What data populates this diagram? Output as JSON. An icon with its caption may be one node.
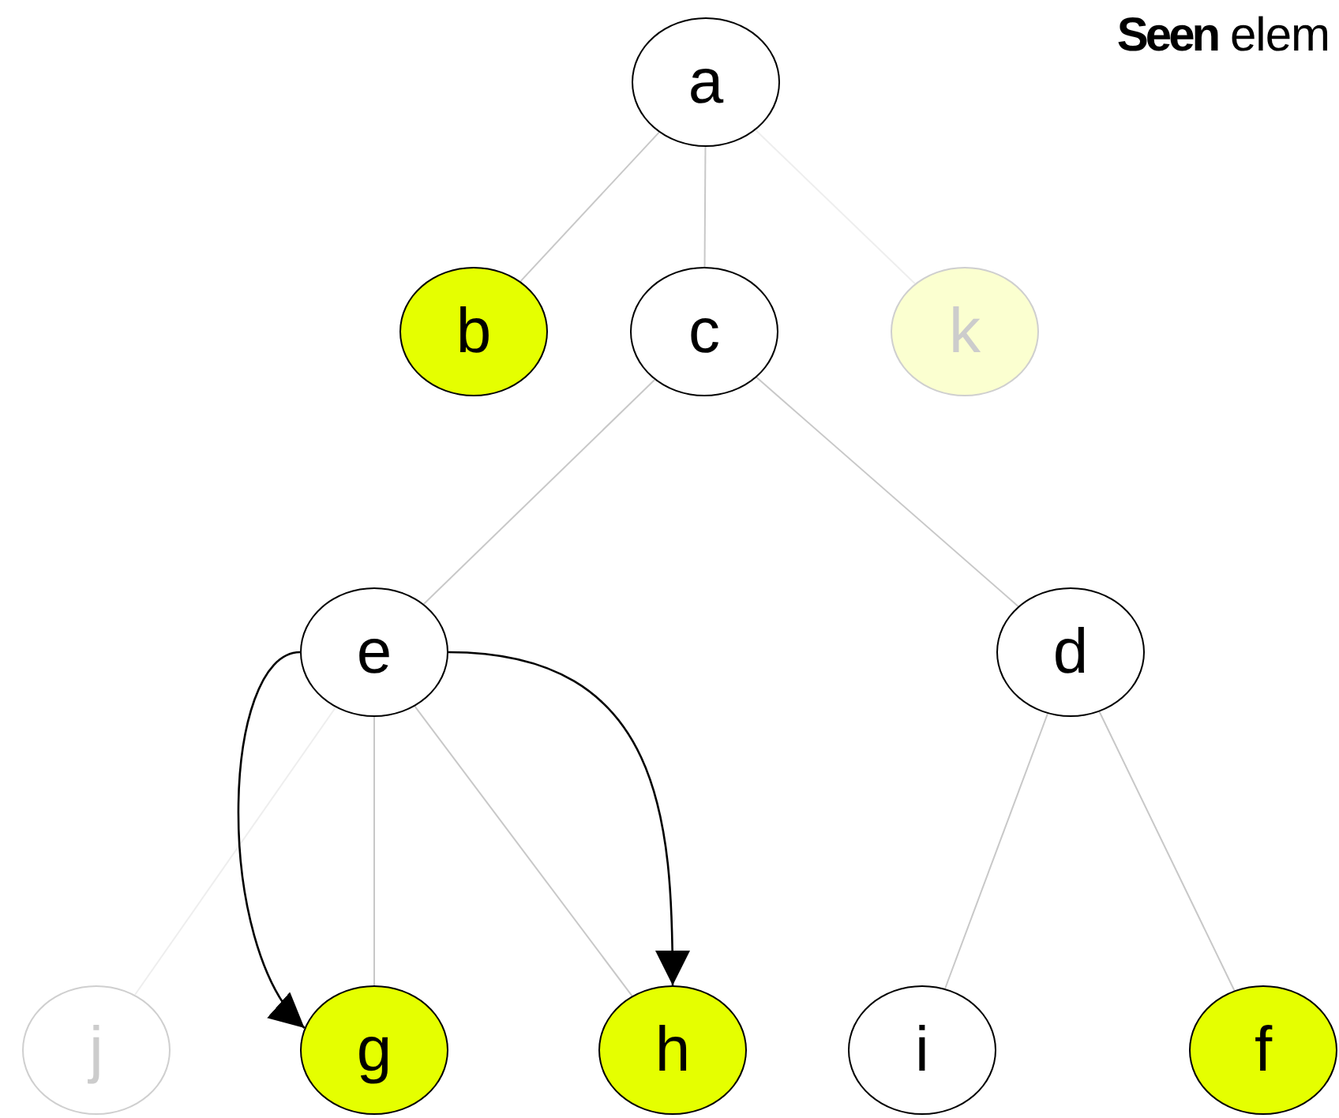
{
  "diagram": {
    "nodes": [
      {
        "text": [
          "a"
        ]
      },
      {
        "text": [
          "b"
        ]
      },
      {
        "text": [
          "c"
        ]
      },
      {
        "text": [
          "k"
        ]
      },
      {
        "text": [
          "e"
        ]
      },
      {
        "text": [
          "d"
        ]
      },
      {
        "text": [
          "j"
        ]
      },
      {
        "text": [
          "g"
        ]
      },
      {
        "text": [
          "h"
        ]
      },
      {
        "text": [
          "i"
        ]
      },
      {
        "text": [
          "f"
        ]
      }
    ],
    "edges": [
      {
        "from": 0,
        "to": 1,
        "arrow": "none"
      },
      {
        "from": 0,
        "to": 2,
        "arrow": "none"
      },
      {
        "from": 0,
        "to": 3,
        "arrow": "none",
        "color": "#eeeeee"
      },
      {
        "from": 2,
        "to": 4,
        "arrow": "none"
      },
      {
        "from": 2,
        "to": 5,
        "arrow": "none"
      },
      {
        "from": 4,
        "to": 6,
        "arrow": "none",
        "color": "#eeeeee"
      },
      {
        "from": 4,
        "to": 7,
        "arrow": "none"
      },
      {
        "from": 4,
        "to": 8,
        "arrow": "none"
      },
      {
        "from": 5,
        "to": 9,
        "arrow": "none"
      },
      {
        "from": 5,
        "to": 10,
        "arrow": "none"
      },
      {
        "from": 4,
        "to": 7,
        "arrow": "to",
        "color": "#000000"
      },
      {
        "from": 4,
        "to": 8,
        "arrow": "to",
        "color": "#000000"
      }
    ],
    "labels": [
      "**Seen** elem"
    ]
  }
}
